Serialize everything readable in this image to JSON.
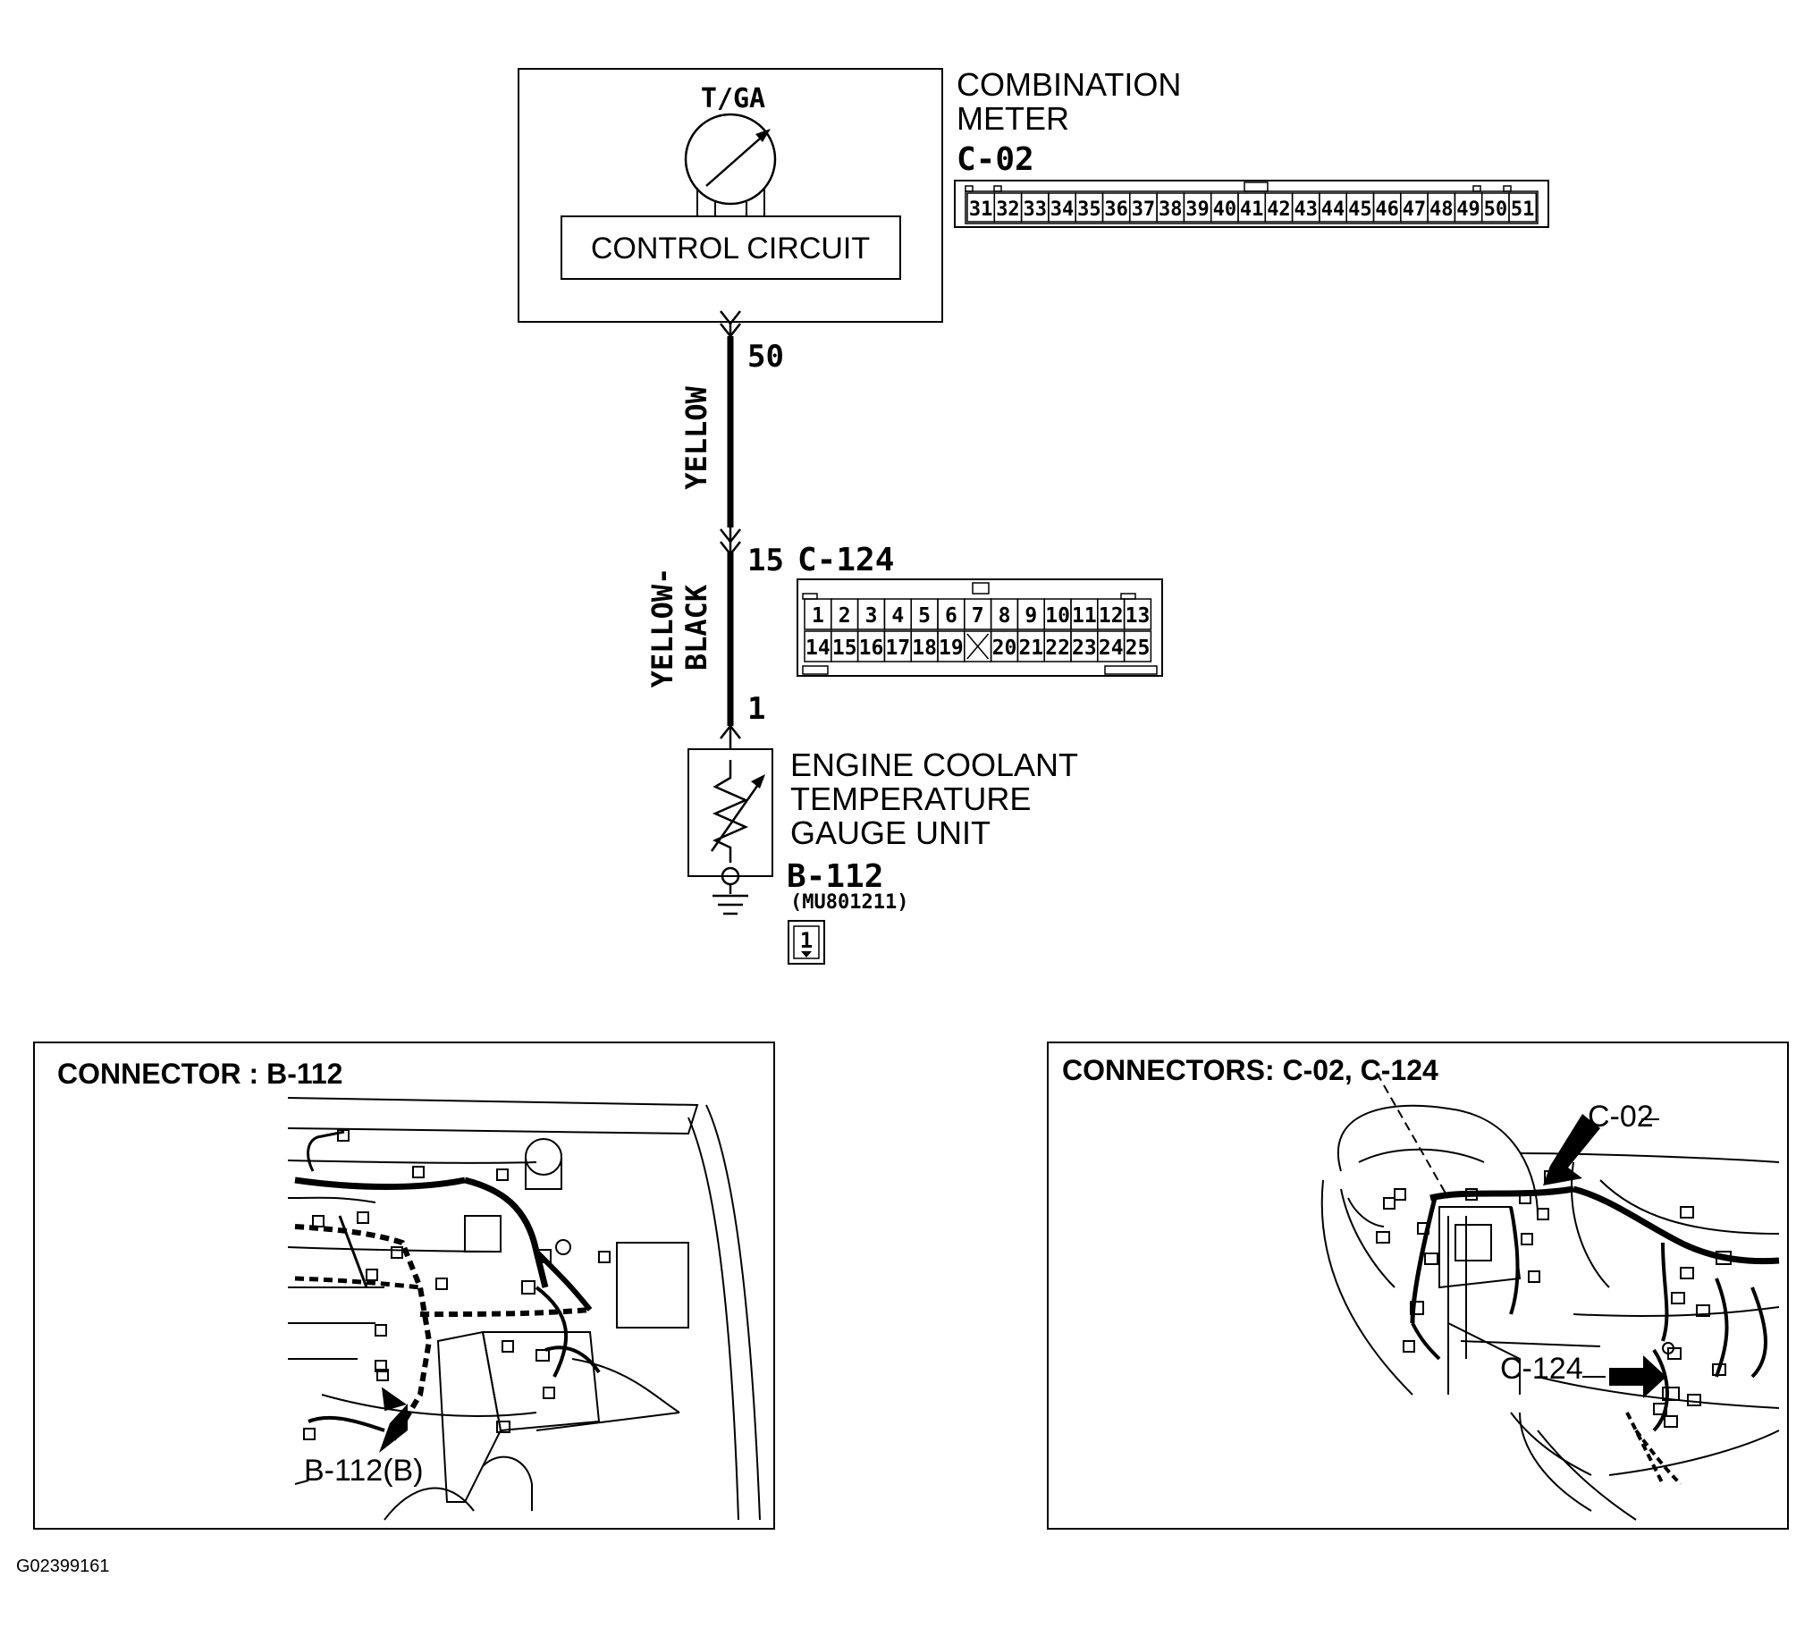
{
  "schematic": {
    "meter_gauge_label": "T/GA",
    "meter_control_circuit": "CONTROL CIRCUIT",
    "meter_title_line1": "COMBINATION",
    "meter_title_line2": "METER",
    "meter_connector": "C-02",
    "meter_connector_pins": [
      "31",
      "32",
      "33",
      "34",
      "35",
      "36",
      "37",
      "38",
      "39",
      "40",
      "41",
      "42",
      "43",
      "44",
      "45",
      "46",
      "47",
      "48",
      "49",
      "50",
      "51"
    ],
    "pin_meter": "50",
    "wire_upper_color": "YELLOW",
    "pin_junction": "15",
    "junction_connector": "C-124",
    "junction_pins_row1": [
      "1",
      "2",
      "3",
      "4",
      "5",
      "6",
      "7",
      "8",
      "9",
      "10",
      "11",
      "12",
      "13"
    ],
    "junction_pins_row2": [
      "14",
      "15",
      "16",
      "17",
      "18",
      "19",
      "",
      "20",
      "21",
      "22",
      "23",
      "24",
      "25"
    ],
    "wire_lower_color_line1": "YELLOW-",
    "wire_lower_color_line2": "BLACK",
    "pin_sensor": "1",
    "sensor_name_line1": "ENGINE COOLANT",
    "sensor_name_line2": "TEMPERATURE",
    "sensor_name_line3": "GAUGE UNIT",
    "sensor_connector": "B-112",
    "sensor_part_number": "(MU801211)",
    "sensor_connector_pin": "1"
  },
  "panels": {
    "left_title": "CONNECTOR : B-112",
    "left_callout": "B-112(B)",
    "right_title": "CONNECTORS: C-02, C-124",
    "right_callout_top": "C-02",
    "right_callout_bottom": "C-124"
  },
  "figure_id": "G02399161"
}
